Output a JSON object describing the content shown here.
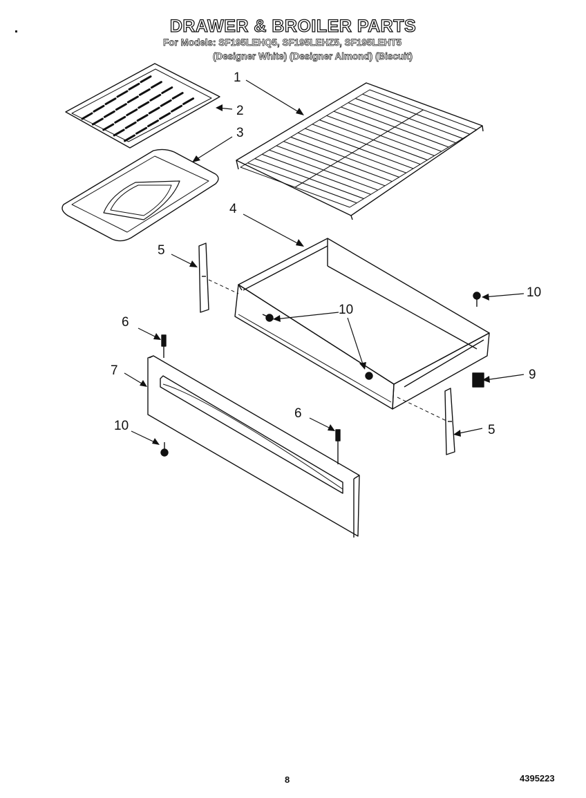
{
  "header": {
    "title": "DRAWER & BROILER PARTS",
    "models_line": "For Models: SF195LEHQ5, SF195LEHZ5, SF195LEHT5",
    "variants_line": "(Designer White) (Designer Almond) (Biscuit)"
  },
  "callouts": [
    "1",
    "2",
    "3",
    "4",
    "5",
    "5",
    "6",
    "6",
    "7",
    "9",
    "10",
    "10",
    "10"
  ],
  "footer": {
    "page_number": "8",
    "doc_code": "4395223"
  }
}
